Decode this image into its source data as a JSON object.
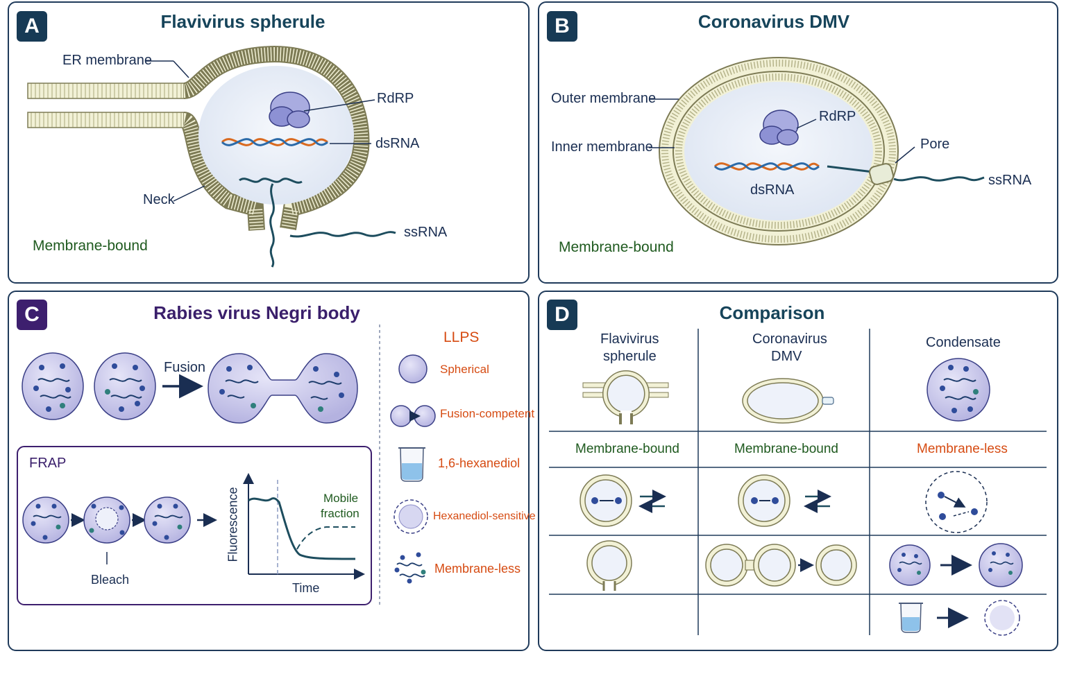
{
  "panel_a": {
    "badge": "A",
    "title": "Flavivirus spherule",
    "labels": {
      "er_membrane": "ER membrane",
      "rdrp": "RdRP",
      "dsrna": "dsRNA",
      "neck": "Neck",
      "ssrna": "ssRNA",
      "membrane_bound": "Membrane-bound"
    }
  },
  "panel_b": {
    "badge": "B",
    "title": "Coronavirus DMV",
    "labels": {
      "outer_membrane": "Outer membrane",
      "inner_membrane": "Inner membrane",
      "rdrp": "RdRP",
      "dsrna": "dsRNA",
      "pore": "Pore",
      "ssrna": "ssRNA",
      "membrane_bound": "Membrane-bound"
    }
  },
  "panel_c": {
    "badge": "C",
    "title": "Rabies virus Negri body",
    "fusion": "Fusion",
    "frap": {
      "title": "FRAP",
      "bleach": "Bleach",
      "ylabel": "Fluorescence",
      "xlabel": "Time",
      "mobile_fraction": [
        "Mobile",
        "fraction"
      ]
    },
    "llps": {
      "title": "LLPS",
      "items": [
        "Spherical",
        "Fusion-competent",
        "1,6-hexanediol",
        "Hexanediol-sensitive",
        "Membrane-less"
      ]
    }
  },
  "panel_d": {
    "badge": "D",
    "title": "Comparison",
    "columns": [
      {
        "name": [
          "Flavivirus",
          "spherule"
        ],
        "type": "Membrane-bound"
      },
      {
        "name": [
          "Coronavirus",
          "DMV"
        ],
        "type": "Membrane-bound"
      },
      {
        "name": [
          "Condensate"
        ],
        "type": "Membrane-less"
      }
    ]
  },
  "colors": {
    "border": "#1f3a5a",
    "badge_dark": "#173a55",
    "badge_purple": "#3d1f6e",
    "membrane_bound_green": "#1f5a1f",
    "membrane_less_orange": "#d64b12",
    "droplet_fill": "#c9c8ec",
    "molecule_blue": "#2f4c9a"
  }
}
